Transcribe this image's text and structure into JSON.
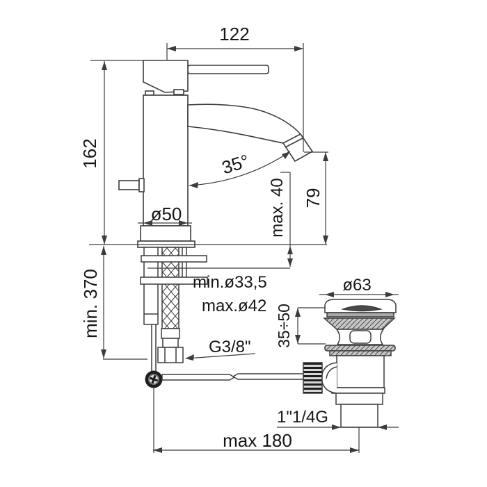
{
  "drawing": {
    "type": "technical-dimension-drawing",
    "subject": "single-lever basin mixer tap with pop-up waste drain",
    "labels": {
      "spout_reach": "122",
      "body_height": "162",
      "spout_angle": "35°",
      "counter_thickness": "max. 40",
      "outlet_height": "79",
      "base_diameter": "ø50",
      "hose_length": "min. 370",
      "hole_diameter_min": "min.ø33,5",
      "hole_diameter_max": "max.ø42",
      "hose_thread": "G3/8\"",
      "drain_cap_diameter": "ø63",
      "drain_counter_range": "35÷50",
      "drain_thread": "1\"1/4G",
      "rod_to_drain_distance": "max 180"
    },
    "colors": {
      "line": "#3c3c3c",
      "text": "#161616",
      "hatch_fill": "#c6c6c6",
      "background": "#ffffff"
    }
  }
}
